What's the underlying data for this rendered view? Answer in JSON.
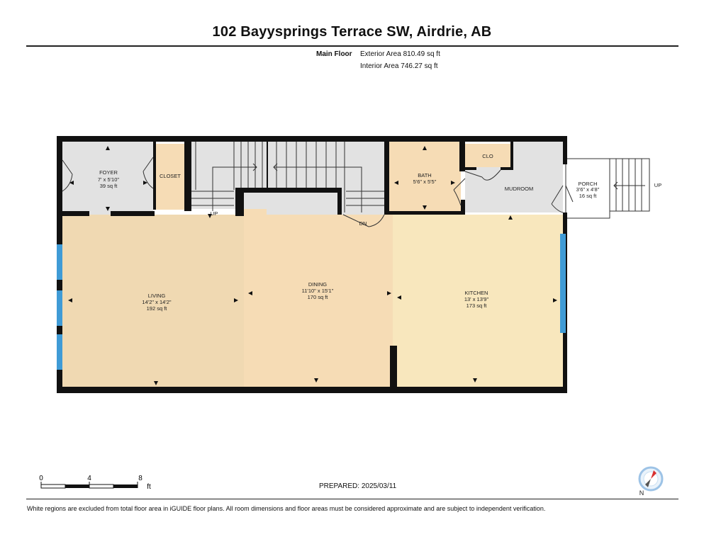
{
  "header": {
    "title": "102 Bayysprings Terrace SW, Airdrie, AB",
    "floor_label": "Main Floor",
    "exterior_area": "Exterior Area 810.49 sq ft",
    "interior_area": "Interior Area 746.27 sq ft"
  },
  "rooms": {
    "foyer": {
      "name": "FOYER",
      "dims": "7' x 5'10\"",
      "area": "39 sq ft"
    },
    "closet": {
      "name": "CLOSET"
    },
    "bath": {
      "name": "BATH",
      "dims": "5'6\" x 5'5\""
    },
    "clo": {
      "name": "CLO"
    },
    "mudroom": {
      "name": "MUDROOM"
    },
    "porch": {
      "name": "PORCH",
      "dims": "3'6\" x 4'8\"",
      "area": "16 sq ft"
    },
    "living": {
      "name": "LIVING",
      "dims": "14'2\" x 14'2\"",
      "area": "192 sq ft"
    },
    "dining": {
      "name": "DINING",
      "dims": "11'10\" x 15'1\"",
      "area": "170 sq ft"
    },
    "kitchen": {
      "name": "KITCHEN",
      "dims": "13' x 13'9\"",
      "area": "173 sq ft"
    }
  },
  "stairs": {
    "up_label": "UP",
    "down_label": "DN",
    "porch_up_label": "UP"
  },
  "scale": {
    "ticks": [
      "0",
      "4",
      "8"
    ],
    "unit": "ft"
  },
  "compass": {
    "north_label": "N"
  },
  "footer": {
    "prepared": "PREPARED: 2025/03/11",
    "disclaimer": "White regions are excluded from total floor area in iGUIDE floor plans. All room dimensions and floor areas must be considered approximate and are subject to independent verification."
  },
  "colors": {
    "wall": "#111111",
    "gray_room": "#e2e2e2",
    "living": "#f0d9b2",
    "dining": "#f6dcb5",
    "kitchen": "#f8e7bd",
    "closet": "#f6dcb5",
    "window": "#3f9bd6"
  }
}
